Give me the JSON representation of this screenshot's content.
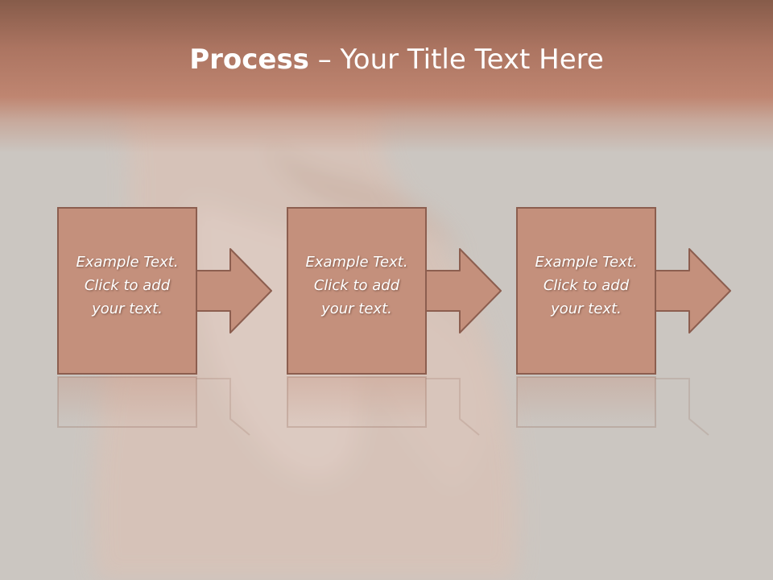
{
  "slide": {
    "title_bold": "Process",
    "title_rest": " – Your Title Text Here"
  },
  "steps": [
    {
      "line1": "Example Text.",
      "line2": "Click  to add",
      "line3": "your text."
    },
    {
      "line1": "Example Text.",
      "line2": "Click  to add",
      "line3": "your text."
    },
    {
      "line1": "Example Text.",
      "line2": "Click  to add",
      "line3": "your text."
    }
  ],
  "colors": {
    "header": "#b57a63",
    "box_fill": "#c4907c",
    "box_border": "#8c5e4f",
    "text": "#ffffff",
    "background": "#cbc6c1"
  }
}
